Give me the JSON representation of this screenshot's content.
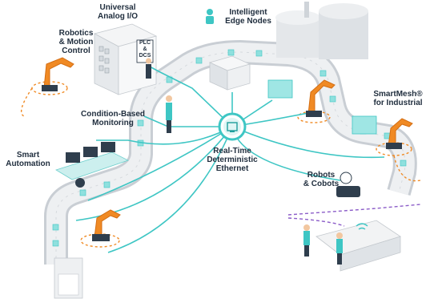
{
  "labels": {
    "universal_io": [
      "Universal",
      "Analog I/O"
    ],
    "edge_nodes": [
      "Intelligent",
      "Edge Nodes"
    ],
    "robotics": [
      "Robotics",
      "& Motion",
      "Control"
    ],
    "condition": [
      "Condition-Based",
      "Monitoring"
    ],
    "smartmesh": [
      "SmartMesh®",
      "for Industrial"
    ],
    "smart_automation": [
      "Smart",
      "Automation"
    ],
    "ethernet": [
      "Real-Time",
      "Deterministic",
      "Ethernet"
    ],
    "robots": [
      "Robots",
      "& Cobots"
    ]
  },
  "cabinet_badge": [
    "PLC",
    "&",
    "DCS"
  ],
  "colors": {
    "teal": "#3ec6c4",
    "teal_dark": "#1f9e9c",
    "orange": "#f08a24",
    "purple": "#8b5cc8",
    "text": "#1f2d3d",
    "belt": "#e9ecef"
  },
  "icons": [
    "ethernet-hub-icon",
    "edge-node-person-icon",
    "wifi-icon"
  ]
}
